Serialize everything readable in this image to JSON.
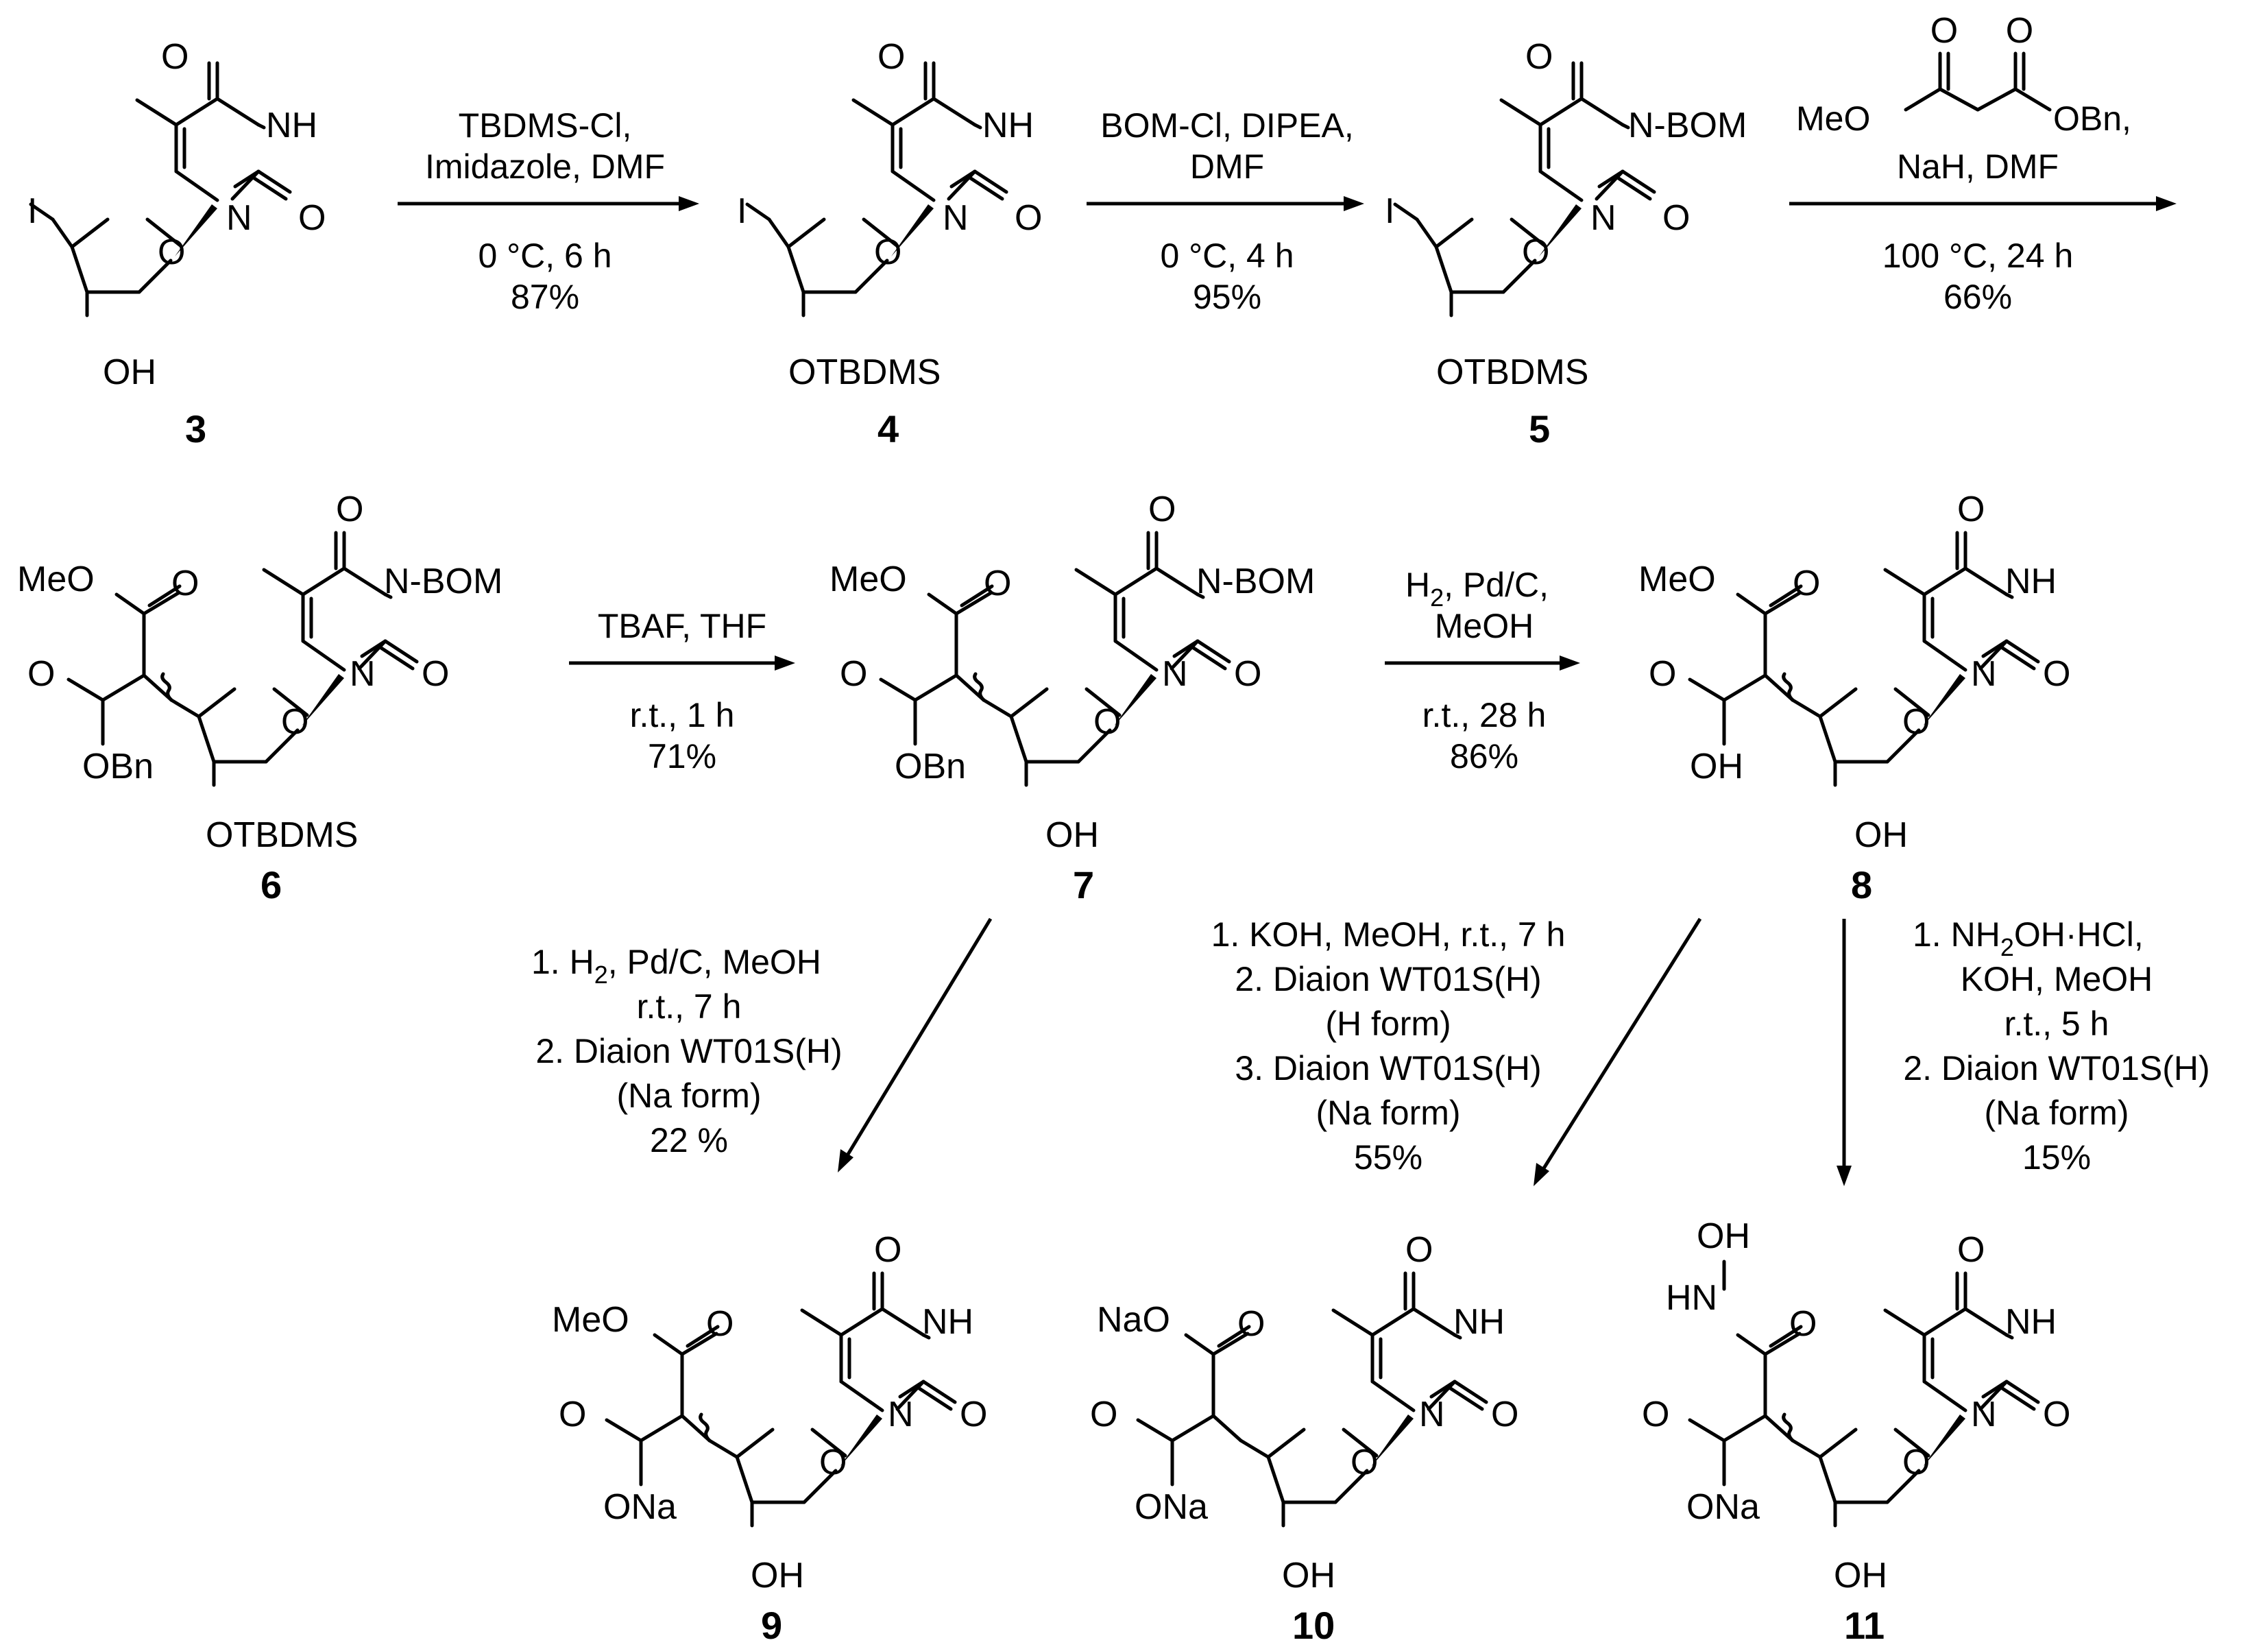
{
  "atoms": {
    "O": "O",
    "NH": "NH",
    "N": "N",
    "N_BOM": "N-BOM",
    "I": "I",
    "OH": "OH",
    "OTBDMS": "OTBDMS",
    "MeO": "MeO",
    "OBn": "OBn",
    "ONa": "ONa",
    "NaO": "NaO",
    "HN": "HN"
  },
  "compounds": {
    "c3": "3",
    "c4": "4",
    "c5": "5",
    "c6": "6",
    "c7": "7",
    "c8": "8",
    "c9": "9",
    "c10": "10",
    "c11": "11"
  },
  "conditions": {
    "step1": [
      "TBDMS-Cl,",
      "Imidazole, DMF",
      "0 °C, 6 h",
      "87%"
    ],
    "step2": [
      "BOM-Cl, DIPEA,",
      "DMF",
      "0 °C, 4 h",
      "95%"
    ],
    "step3": [
      "MeO",
      "OBn,",
      "NaH, DMF",
      "100 °C, 24 h",
      "66%"
    ],
    "step4": [
      "TBAF, THF",
      "r.t., 1 h",
      "71%"
    ],
    "step5": [
      "H",
      "2",
      ", Pd/C,",
      "MeOH",
      "r.t., 28 h",
      "86%"
    ],
    "step6": [
      "1. H",
      "2",
      ", Pd/C, MeOH",
      "r.t., 7 h",
      "2. Diaion WT01S(H)",
      "(Na form)",
      "22 %"
    ],
    "step7": [
      "1. KOH, MeOH, r.t., 7 h",
      "2. Diaion WT01S(H)",
      "(H form)",
      "3. Diaion WT01S(H)",
      "(Na form)",
      "55%"
    ],
    "step8": [
      "1. NH",
      "2",
      "OH·HCl,",
      "KOH, MeOH",
      "r.t., 5 h",
      "2. Diaion WT01S(H)",
      "(Na form)",
      "15%"
    ]
  }
}
